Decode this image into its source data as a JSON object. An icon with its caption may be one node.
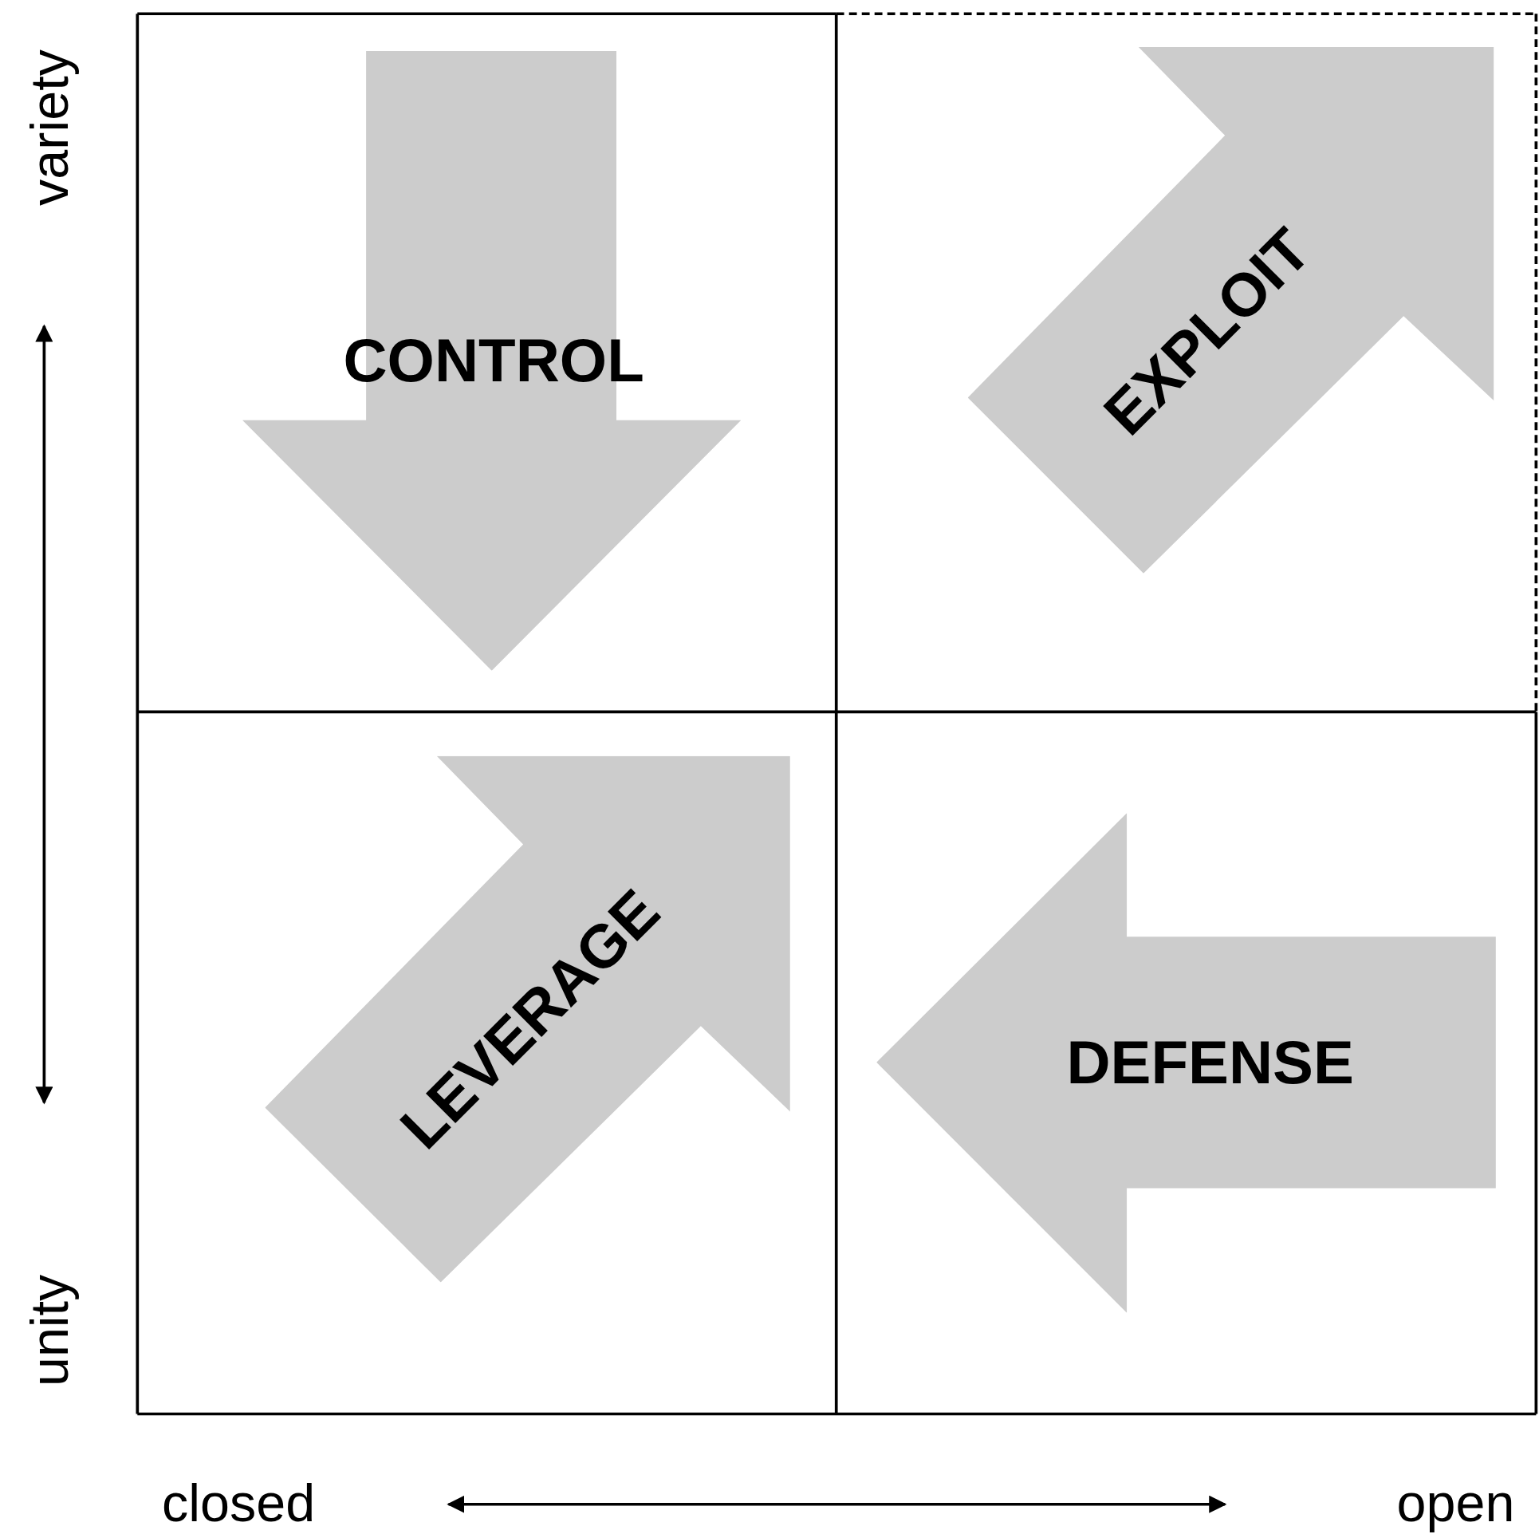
{
  "diagram": {
    "nodes": [
      {
        "text": [
          "CONTROL"
        ]
      },
      {
        "text": [
          "EXPLOIT"
        ]
      },
      {
        "text": [
          "LEVERAGE"
        ]
      },
      {
        "text": [
          "DEFENSE"
        ]
      }
    ],
    "labels": [
      "variety",
      "unity",
      "closed",
      "open"
    ]
  }
}
